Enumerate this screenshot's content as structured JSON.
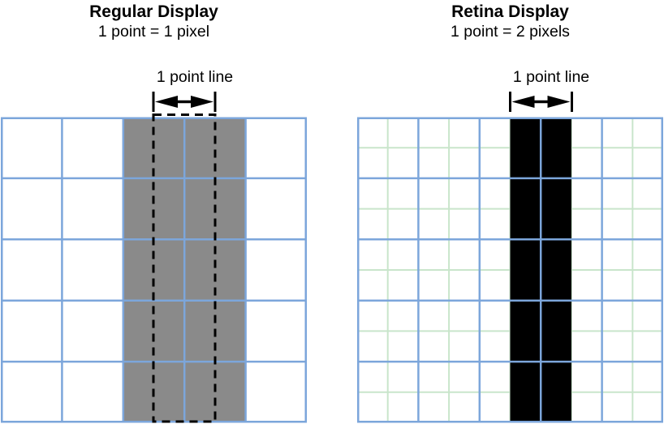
{
  "panels": {
    "regular": {
      "title": "Regular Display",
      "subtitle": "1 point = 1 pixel",
      "line_label": "1 point line"
    },
    "retina": {
      "title": "Retina Display",
      "subtitle": "1 point = 2 pixels",
      "line_label": "1 point line"
    }
  },
  "colors": {
    "background": "#FFFFFF",
    "text": "#000000",
    "grid_major": "#7CA6DB",
    "grid_minor": "#C9E5CB",
    "regular_line_fill": "#8A8A8A",
    "retina_line_fill": "#000000",
    "dashed_outline": "#000000",
    "annotation": "#000000"
  }
}
